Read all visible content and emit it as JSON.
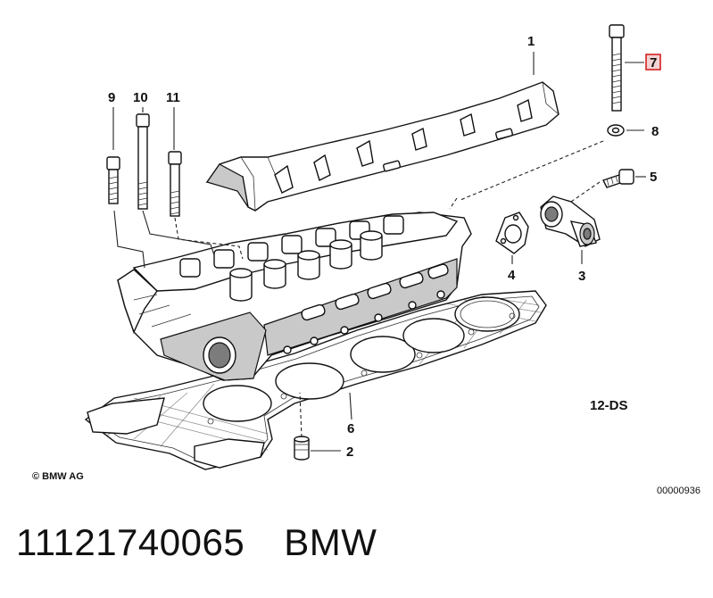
{
  "callouts": {
    "p1": "1",
    "p2": "2",
    "p3": "3",
    "p4": "4",
    "p5": "5",
    "p6": "6",
    "p7": "7",
    "p8": "8",
    "p9": "9",
    "p10": "10",
    "p11": "11"
  },
  "diagram_code": "12-DS",
  "copyright": "© BMW AG",
  "image_number": "00000936",
  "caption": {
    "part_number": "11121740065",
    "brand": "BMW"
  },
  "colors": {
    "highlight_box": "#d22020",
    "line": "#222222"
  }
}
